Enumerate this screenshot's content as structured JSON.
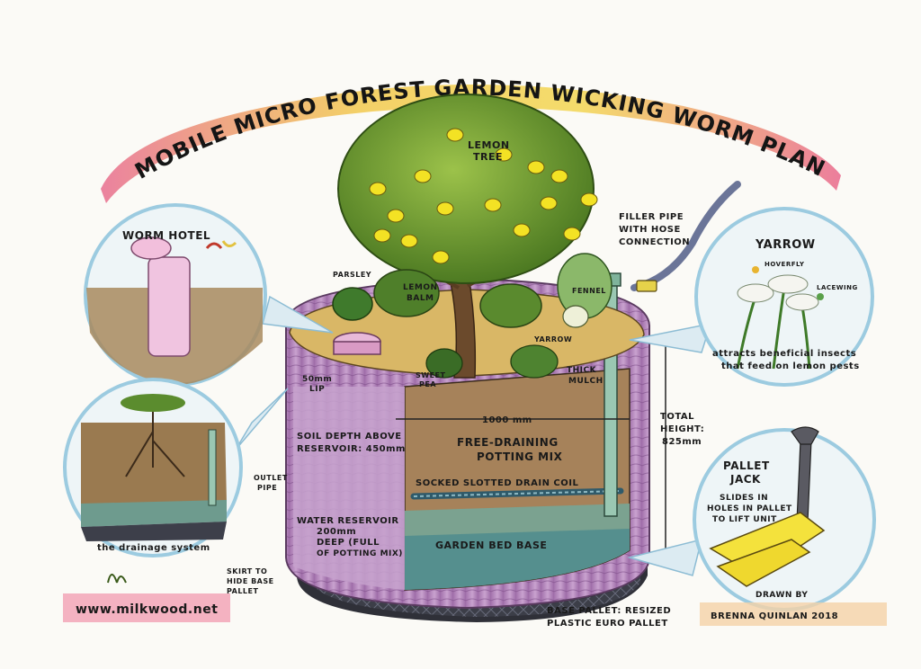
{
  "title": "MOBILE MICRO FOREST GARDEN WICKING WORM PLANTER",
  "labels": {
    "lemon_tree_1": "LEMON",
    "lemon_tree_2": "TREE",
    "filler_pipe_1": "FILLER PIPE",
    "filler_pipe_2": "WITH HOSE",
    "filler_pipe_3": "CONNECTION",
    "parsley": "PARSLEY",
    "lemon_balm_1": "LEMON",
    "lemon_balm_2": "BALM",
    "fennel": "FENNEL",
    "yarrow_small": "YARROW",
    "sweet_pea_1": "SWEET",
    "sweet_pea_2": "PEA",
    "thick_mulch_1": "THICK",
    "thick_mulch_2": "MULCH",
    "lip_1": "50mm",
    "lip_2": "LIP",
    "soil_depth_1": "SOIL DEPTH ABOVE",
    "soil_depth_2": "RESERVOIR: 450mm",
    "width": "1000 mm",
    "total_height_1": "TOTAL",
    "total_height_2": "HEIGHT:",
    "total_height_3": "825mm",
    "potting_mix_1": "FREE-DRAINING",
    "potting_mix_2": "POTTING MIX",
    "outlet_pipe_1": "OUTLET",
    "outlet_pipe_2": "PIPE",
    "drain_coil": "SOCKED SLOTTED DRAIN COIL",
    "reservoir_1": "WATER RESERVOIR",
    "reservoir_2": "200mm",
    "reservoir_3": "DEEP (FULL",
    "reservoir_4": "OF POTTING MIX)",
    "bed_base": "GARDEN BED BASE",
    "skirt_1": "SKIRT TO",
    "skirt_2": "HIDE BASE",
    "skirt_3": "PALLET",
    "base_pallet_1": "BASE PALLET: RESIZED",
    "base_pallet_2": "PLASTIC EURO PALLET",
    "website": "www.milkwood.net",
    "drawn_by_1": "DRAWN BY",
    "drawn_by_2": "BRENNA QUINLAN 2018"
  },
  "callouts": {
    "worm_hotel": "WORM HOTEL",
    "drainage": "the drainage system",
    "yarrow": {
      "title": "YARROW",
      "hoverfly": "HOVERFLY",
      "lacewing": "LACEWING",
      "note_1": "attracts beneficial insects",
      "note_2": "that feed on lemon pests"
    },
    "pallet_jack": {
      "title_1": "PALLET",
      "title_2": "JACK",
      "note_1": "SLIDES IN",
      "note_2": "HOLES IN PALLET",
      "note_3": "TO LIFT UNIT"
    }
  },
  "colors": {
    "purple_tank": "#b98ac0",
    "soil": "#a07c52",
    "reservoir": "#6f9d8c",
    "tree_green": "#6f9a2c",
    "lemon": "#f3e224",
    "banner_pink": "#e6678a",
    "banner_yellow": "#f2d34a",
    "callout_blue": "#a9d2e4",
    "pallet_yellow": "#f4e23c"
  }
}
